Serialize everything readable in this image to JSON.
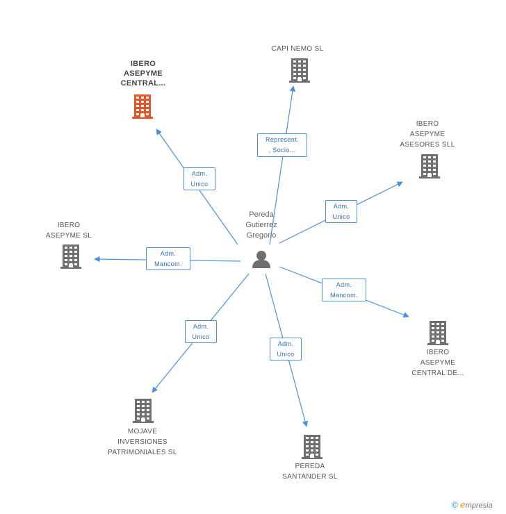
{
  "center": {
    "label": "Pereda\nGutierrez\nGregorio"
  },
  "nodes": [
    {
      "id": "n1",
      "label": "IBERO\nASEPYME\nCENTRAL...",
      "focus": true,
      "color": "#e8532a"
    },
    {
      "id": "n2",
      "label": "CAPI NEMO SL",
      "focus": false,
      "color": "#707070"
    },
    {
      "id": "n3",
      "label": "IBERO\nASEPYME\nASESORES SLL",
      "focus": false,
      "color": "#707070"
    },
    {
      "id": "n4",
      "label": "IBERO\nASEPYME SL",
      "focus": false,
      "color": "#707070"
    },
    {
      "id": "n5",
      "label": "IBERO\nASEPYME\nCENTRAL DE...",
      "focus": false,
      "color": "#707070"
    },
    {
      "id": "n6",
      "label": "MOJAVE\nINVERSIONES\nPATRIMONIALES SL",
      "focus": false,
      "color": "#707070"
    },
    {
      "id": "n7",
      "label": "PEREDA\nSANTANDER SL",
      "focus": false,
      "color": "#707070"
    }
  ],
  "edges": [
    {
      "to": "n1",
      "label": "Adm.\nUnico"
    },
    {
      "to": "n2",
      "label": "Represent.\n, Socio..."
    },
    {
      "to": "n3",
      "label": "Adm.\nUnico"
    },
    {
      "to": "n4",
      "label": "Adm.\nMancom."
    },
    {
      "to": "n5",
      "label": "Adm.\nMancom."
    },
    {
      "to": "n6",
      "label": "Adm.\nUnico"
    },
    {
      "to": "n7",
      "label": "Adm.\nUnico"
    }
  ],
  "colors": {
    "edge": "#4a90d9",
    "building": "#707070",
    "building_focus": "#e8532a",
    "person": "#6f6f6f"
  },
  "footer": {
    "copyright": "©",
    "brand_e": "e",
    "brand_rest": "mpresia"
  }
}
